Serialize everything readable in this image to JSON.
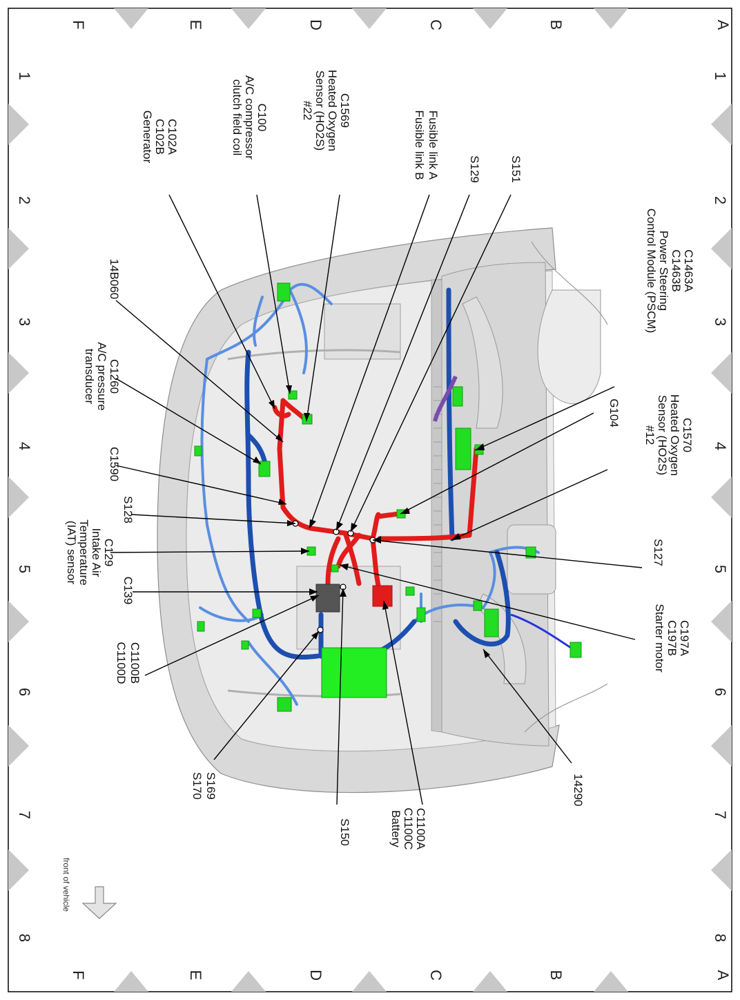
{
  "diagram": {
    "row_letters": [
      "A",
      "B",
      "C",
      "D",
      "E",
      "F"
    ],
    "column_numbers": [
      "1",
      "2",
      "3",
      "4",
      "5",
      "6",
      "7",
      "8"
    ],
    "colors": {
      "power_harness": "#e21b1b",
      "main_harness": "#1d4fb0",
      "light_harness": "#5a8ee0",
      "connector": "#22dd22",
      "vehicle_body": "#d4d4d4",
      "grid_marker": "#c8c8c8"
    },
    "callouts": [
      {
        "id": "c1463",
        "lines": [
          "C1463A",
          "C1463B",
          "Power Steering",
          "Control Module (PSCM)"
        ]
      },
      {
        "id": "c1570",
        "lines": [
          "C1570",
          "Heated Oxygen",
          "Sensor (HO2S)",
          "#12"
        ]
      },
      {
        "id": "g104",
        "lines": [
          "G104"
        ]
      },
      {
        "id": "s127",
        "lines": [
          "S127"
        ]
      },
      {
        "id": "c197",
        "lines": [
          "C197A",
          "C197B",
          "Starter motor"
        ]
      },
      {
        "id": "h14290",
        "lines": [
          "14290"
        ]
      },
      {
        "id": "s151",
        "lines": [
          "S151"
        ]
      },
      {
        "id": "s129",
        "lines": [
          "S129"
        ]
      },
      {
        "id": "fusible",
        "lines": [
          "Fusible link A",
          "Fusible link B"
        ]
      },
      {
        "id": "c1569",
        "lines": [
          "C1569",
          "Heated Oxygen",
          "Sensor (HO2S)",
          "#22"
        ]
      },
      {
        "id": "c100",
        "lines": [
          "C100",
          "A/C compressor",
          "clutch field coil"
        ]
      },
      {
        "id": "c102",
        "lines": [
          "C102A",
          "C102B",
          "Generator"
        ]
      },
      {
        "id": "h14b060",
        "lines": [
          "14B060"
        ]
      },
      {
        "id": "c1260",
        "lines": [
          "C1260",
          "A/C pressure",
          "transducer"
        ]
      },
      {
        "id": "c1590",
        "lines": [
          "C1590"
        ]
      },
      {
        "id": "s128",
        "lines": [
          "S128"
        ]
      },
      {
        "id": "c129",
        "lines": [
          "C129",
          "Intake Air",
          "Temperature",
          "(IAT) sensor"
        ]
      },
      {
        "id": "c139",
        "lines": [
          "C139"
        ]
      },
      {
        "id": "c1100bd",
        "lines": [
          "C1100B",
          "C1100D"
        ]
      },
      {
        "id": "s169",
        "lines": [
          "S169",
          "S170"
        ]
      },
      {
        "id": "s150",
        "lines": [
          "S150"
        ]
      },
      {
        "id": "c1100ac",
        "lines": [
          "C1100A",
          "C1100C",
          "Battery"
        ]
      }
    ],
    "front_of_vehicle": "front of vehicle"
  }
}
